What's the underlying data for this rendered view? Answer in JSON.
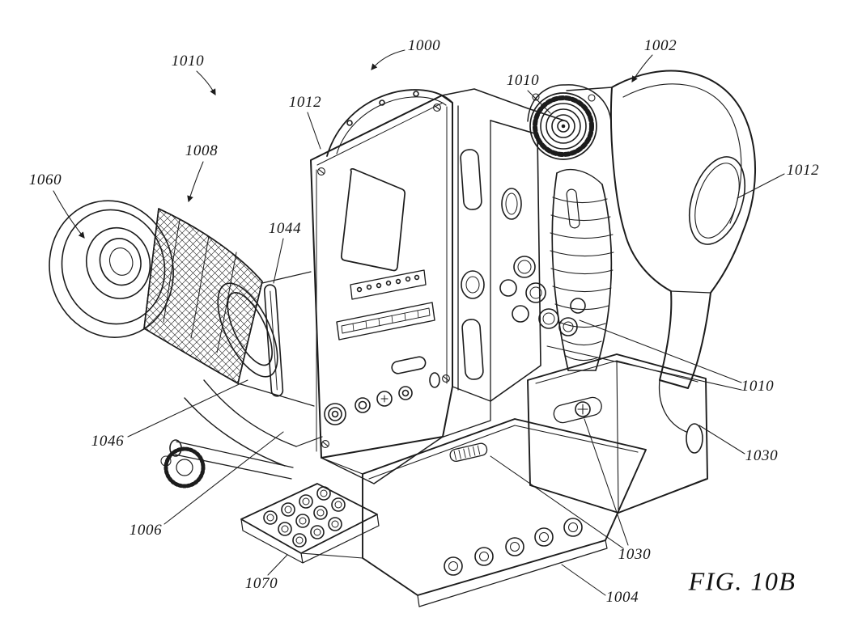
{
  "figure": {
    "caption": "FIG. 10B"
  },
  "drawing": {
    "type": "patent-line-drawing",
    "subject": "camera-assembly-perspective-view",
    "stroke_color": "#1c1c1c",
    "background_color": "#ffffff"
  },
  "labels": {
    "l1010_top_left": "1010",
    "l1000": "1000",
    "l1002": "1002",
    "l1010_fan": "1010",
    "l1012_upper_left": "1012",
    "l1008": "1008",
    "l1060": "1060",
    "l1012_right": "1012",
    "l1044": "1044",
    "l1010_right": "1010",
    "l1046": "1046",
    "l1030_right": "1030",
    "l1006": "1006",
    "l1030_bottom": "1030",
    "l1070": "1070",
    "l1004": "1004"
  }
}
